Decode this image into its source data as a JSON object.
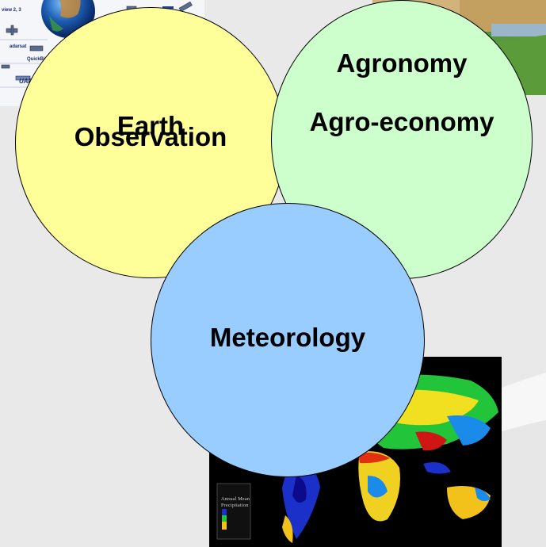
{
  "satellite_collage": {
    "labels": [
      "view 2, 3",
      "adarsat",
      "QuickBird",
      "UARS"
    ]
  },
  "map": {
    "legend_title": "Annual Mean Precipitation"
  },
  "circles": {
    "earth_observation": {
      "line1": "Earth",
      "line2": "Observation",
      "color": "#ffff99"
    },
    "agronomy": {
      "line1": "Agronomy",
      "line2": "Agro-economy",
      "color": "#ccffcc"
    },
    "meteorology": {
      "line1": "Meteorology",
      "color": "#99ccff"
    }
  }
}
